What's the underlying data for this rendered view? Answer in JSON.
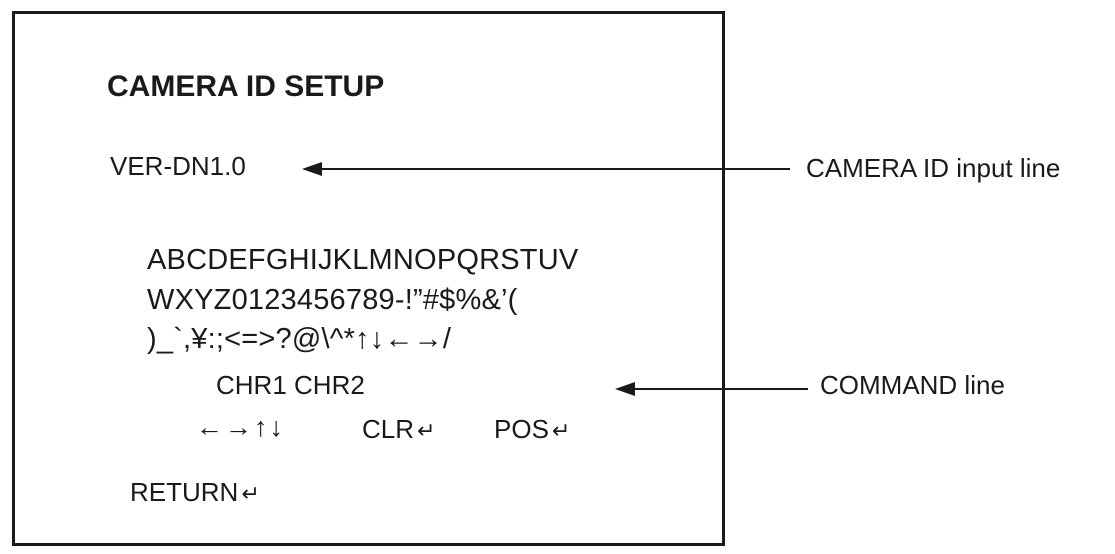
{
  "screen": {
    "title": "CAMERA ID SETUP",
    "id_input_value": "VER-DN1.0",
    "charset_rows": [
      "ABCDEFGHIJKLMNOPQRSTUV",
      "WXYZ0123456789-!”#$%&’(",
      ")_`,¥:;<=>?@\\^*↑↓←→/"
    ],
    "commands": {
      "chr_row": "CHR1 CHR2",
      "cursor_keys": "←→↑↓",
      "clear": "CLR",
      "position": "POS",
      "return": "RETURN",
      "enter_glyph": "↵"
    }
  },
  "callouts": {
    "id_line": "CAMERA ID input line",
    "command_line": "COMMAND line"
  },
  "colors": {
    "ink": "#1a1a1a",
    "background": "#ffffff"
  }
}
